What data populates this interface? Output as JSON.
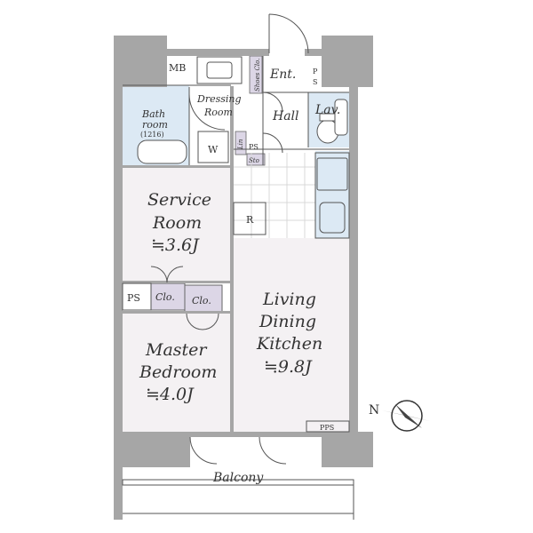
{
  "rooms": {
    "mb": "MB",
    "entrance": "Ent.",
    "shoes_closet": "Shoes Clo.",
    "ps_top_p": "P",
    "ps_top_s": "S",
    "dressing_line1": "Dressing",
    "dressing_line2": "Room",
    "hall": "Hall",
    "lavatory": "Lav.",
    "bath_line1": "Bath",
    "bath_line2": "room",
    "bath_size": "(1216)",
    "washer": "W",
    "linen": "Lin",
    "ps_small": "PS",
    "storage": "Sto",
    "refrigerator": "R",
    "service_line1": "Service",
    "service_line2": "Room",
    "service_size": "≒3.6J",
    "ps_mid": "PS",
    "closet_service": "Clo.",
    "closet_master": "Clo.",
    "living_line1": "Living",
    "living_line2": "Dining",
    "living_line3": "Kitchen",
    "living_size": "≒9.8J",
    "master_line1": "Master",
    "master_line2": "Bedroom",
    "master_size": "≒4.0J",
    "pps": "PPS",
    "balcony": "Balcony"
  },
  "compass": {
    "label": "N"
  },
  "colors": {
    "wall": "#a6a6a6",
    "room_fill": "#f4f1f3",
    "wet_fill": "#dce9f4",
    "closet_fill": "#dcd6e6",
    "tile_line": "#d8d8d8",
    "line": "#555555"
  }
}
